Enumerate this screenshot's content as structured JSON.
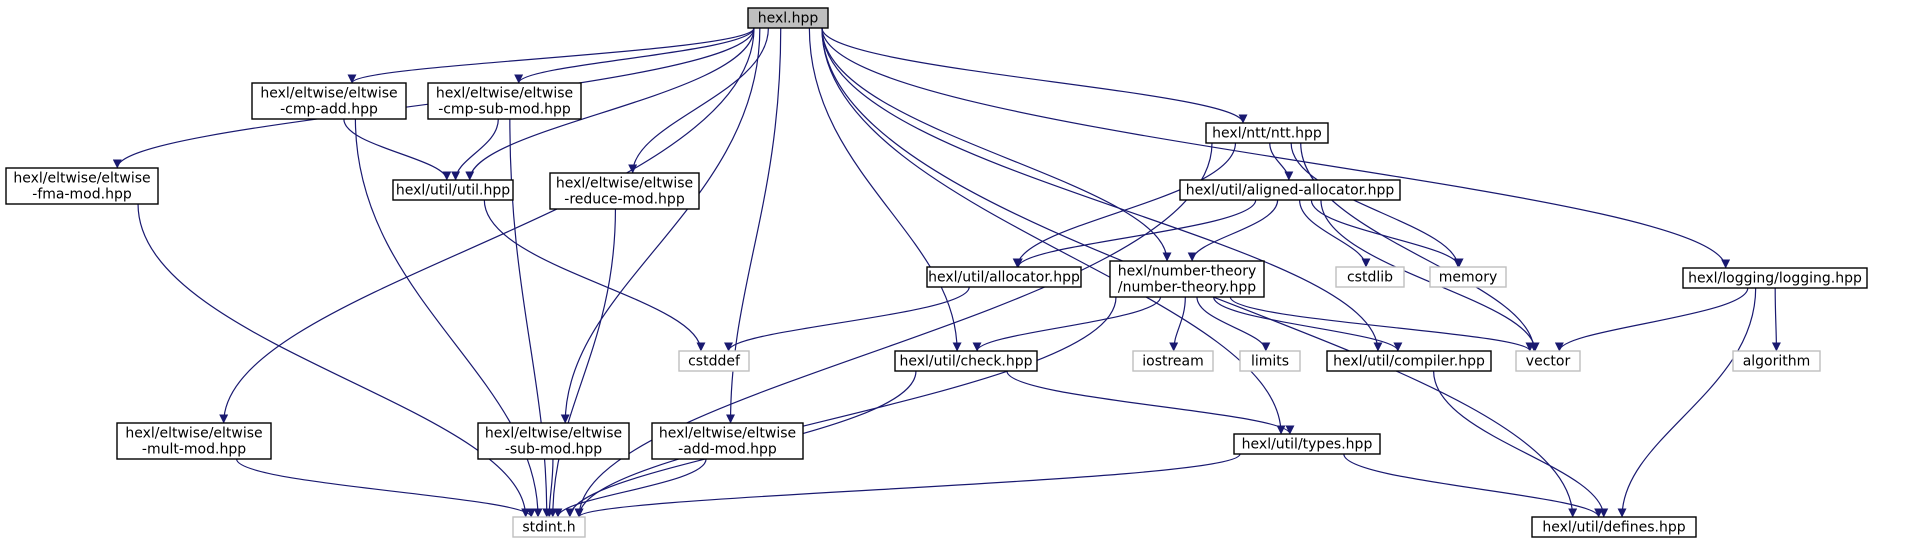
{
  "colors": {
    "edge": "#191970",
    "node_border": "#000000",
    "external_border": "#bfbfbf",
    "root_fill": "#bfbfbf",
    "node_fill": "#ffffff"
  },
  "nodes": [
    {
      "id": "root",
      "lines": [
        "hexl.hpp"
      ],
      "kind": "root"
    },
    {
      "id": "cmp-add",
      "lines": [
        "hexl/eltwise/eltwise",
        "-cmp-add.hpp"
      ],
      "kind": "local"
    },
    {
      "id": "cmp-sub-mod",
      "lines": [
        "hexl/eltwise/eltwise",
        "-cmp-sub-mod.hpp"
      ],
      "kind": "local"
    },
    {
      "id": "ntt",
      "lines": [
        "hexl/ntt/ntt.hpp"
      ],
      "kind": "local"
    },
    {
      "id": "fma-mod",
      "lines": [
        "hexl/eltwise/eltwise",
        "-fma-mod.hpp"
      ],
      "kind": "local"
    },
    {
      "id": "util",
      "lines": [
        "hexl/util/util.hpp"
      ],
      "kind": "local"
    },
    {
      "id": "reduce-mod",
      "lines": [
        "hexl/eltwise/eltwise",
        "-reduce-mod.hpp"
      ],
      "kind": "local"
    },
    {
      "id": "aligned-allocator",
      "lines": [
        "hexl/util/aligned-allocator.hpp"
      ],
      "kind": "local"
    },
    {
      "id": "allocator",
      "lines": [
        "hexl/util/allocator.hpp"
      ],
      "kind": "local"
    },
    {
      "id": "number-theory",
      "lines": [
        "hexl/number-theory",
        "/number-theory.hpp"
      ],
      "kind": "local"
    },
    {
      "id": "cstdlib",
      "lines": [
        "cstdlib"
      ],
      "kind": "external"
    },
    {
      "id": "memory",
      "lines": [
        "memory"
      ],
      "kind": "external"
    },
    {
      "id": "logging",
      "lines": [
        "hexl/logging/logging.hpp"
      ],
      "kind": "local"
    },
    {
      "id": "cstddef",
      "lines": [
        "cstddef"
      ],
      "kind": "external"
    },
    {
      "id": "check",
      "lines": [
        "hexl/util/check.hpp"
      ],
      "kind": "local"
    },
    {
      "id": "iostream",
      "lines": [
        "iostream"
      ],
      "kind": "external"
    },
    {
      "id": "limits",
      "lines": [
        "limits"
      ],
      "kind": "external"
    },
    {
      "id": "compiler",
      "lines": [
        "hexl/util/compiler.hpp"
      ],
      "kind": "local"
    },
    {
      "id": "vector",
      "lines": [
        "vector"
      ],
      "kind": "external"
    },
    {
      "id": "algorithm",
      "lines": [
        "algorithm"
      ],
      "kind": "external"
    },
    {
      "id": "mult-mod",
      "lines": [
        "hexl/eltwise/eltwise",
        "-mult-mod.hpp"
      ],
      "kind": "local"
    },
    {
      "id": "sub-mod",
      "lines": [
        "hexl/eltwise/eltwise",
        "-sub-mod.hpp"
      ],
      "kind": "local"
    },
    {
      "id": "add-mod",
      "lines": [
        "hexl/eltwise/eltwise",
        "-add-mod.hpp"
      ],
      "kind": "local"
    },
    {
      "id": "types",
      "lines": [
        "hexl/util/types.hpp"
      ],
      "kind": "local"
    },
    {
      "id": "stdint",
      "lines": [
        "stdint.h"
      ],
      "kind": "external"
    },
    {
      "id": "defines",
      "lines": [
        "hexl/util/defines.hpp"
      ],
      "kind": "local"
    }
  ],
  "edges": [
    {
      "from": "root",
      "to": "fma-mod"
    },
    {
      "from": "root",
      "to": "cmp-add"
    },
    {
      "from": "root",
      "to": "cmp-sub-mod"
    },
    {
      "from": "root",
      "to": "mult-mod"
    },
    {
      "from": "root",
      "to": "util"
    },
    {
      "from": "root",
      "to": "reduce-mod"
    },
    {
      "from": "root",
      "to": "sub-mod"
    },
    {
      "from": "root",
      "to": "add-mod"
    },
    {
      "from": "root",
      "to": "check"
    },
    {
      "from": "root",
      "to": "number-theory"
    },
    {
      "from": "root",
      "to": "ntt"
    },
    {
      "from": "root",
      "to": "compiler"
    },
    {
      "from": "root",
      "to": "types"
    },
    {
      "from": "root",
      "to": "logging"
    },
    {
      "from": "root",
      "to": "defines"
    },
    {
      "from": "cmp-add",
      "to": "util"
    },
    {
      "from": "cmp-add",
      "to": "stdint"
    },
    {
      "from": "cmp-sub-mod",
      "to": "util"
    },
    {
      "from": "cmp-sub-mod",
      "to": "stdint"
    },
    {
      "from": "fma-mod",
      "to": "stdint"
    },
    {
      "from": "util",
      "to": "cstddef"
    },
    {
      "from": "reduce-mod",
      "to": "stdint"
    },
    {
      "from": "ntt",
      "to": "aligned-allocator"
    },
    {
      "from": "ntt",
      "to": "allocator"
    },
    {
      "from": "ntt",
      "to": "memory"
    },
    {
      "from": "ntt",
      "to": "vector"
    },
    {
      "from": "ntt",
      "to": "stdint"
    },
    {
      "from": "aligned-allocator",
      "to": "allocator"
    },
    {
      "from": "aligned-allocator",
      "to": "number-theory"
    },
    {
      "from": "aligned-allocator",
      "to": "cstdlib"
    },
    {
      "from": "aligned-allocator",
      "to": "memory"
    },
    {
      "from": "aligned-allocator",
      "to": "vector"
    },
    {
      "from": "allocator",
      "to": "cstddef"
    },
    {
      "from": "number-theory",
      "to": "check"
    },
    {
      "from": "number-theory",
      "to": "iostream"
    },
    {
      "from": "number-theory",
      "to": "limits"
    },
    {
      "from": "number-theory",
      "to": "compiler"
    },
    {
      "from": "number-theory",
      "to": "vector"
    },
    {
      "from": "number-theory",
      "to": "stdint"
    },
    {
      "from": "logging",
      "to": "vector"
    },
    {
      "from": "logging",
      "to": "algorithm"
    },
    {
      "from": "logging",
      "to": "defines"
    },
    {
      "from": "check",
      "to": "types"
    },
    {
      "from": "check",
      "to": "stdint"
    },
    {
      "from": "compiler",
      "to": "defines"
    },
    {
      "from": "types",
      "to": "stdint"
    },
    {
      "from": "types",
      "to": "defines"
    },
    {
      "from": "mult-mod",
      "to": "stdint"
    },
    {
      "from": "sub-mod",
      "to": "stdint"
    },
    {
      "from": "add-mod",
      "to": "stdint"
    }
  ]
}
